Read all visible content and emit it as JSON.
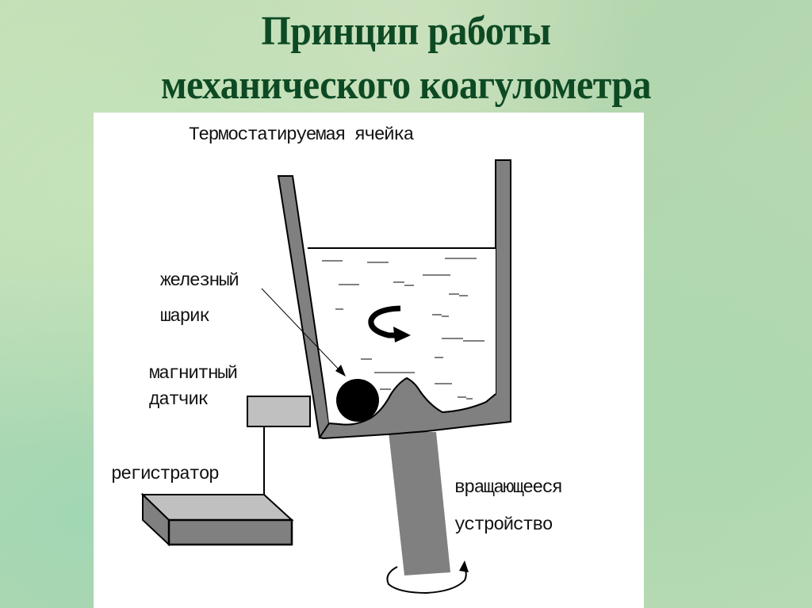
{
  "slide": {
    "title_line1": "Принцип работы",
    "title_line2": "механического коагулометра",
    "title_color": "#0d4a24"
  },
  "diagram": {
    "labels": {
      "cell": "Термостатируемая ячейка",
      "ball_line1": "железный",
      "ball_line2": "шарик",
      "sensor_line1": "магнитный",
      "sensor_line2": "датчик",
      "recorder": "регистратор",
      "rotator_line1": "вращающееся",
      "rotator_line2": "устройство"
    },
    "components": [
      {
        "id": "thermostatic-cell",
        "icon": "cuvette-shape"
      },
      {
        "id": "iron-ball",
        "icon": "black-circle"
      },
      {
        "id": "rotation-arrow",
        "icon": "curved-arrow-icon"
      },
      {
        "id": "magnetic-sensor",
        "icon": "grey-rectangle"
      },
      {
        "id": "recorder",
        "icon": "3d-box"
      },
      {
        "id": "rotating-device",
        "icon": "grey-shaft"
      },
      {
        "id": "base-rotation-arrow",
        "icon": "circular-arrow-icon"
      }
    ],
    "colors": {
      "wall": "#808080",
      "sensor": "#c0c0c0",
      "box_top": "#c0c0c0",
      "box_front": "#808080",
      "outline": "#000000"
    }
  }
}
